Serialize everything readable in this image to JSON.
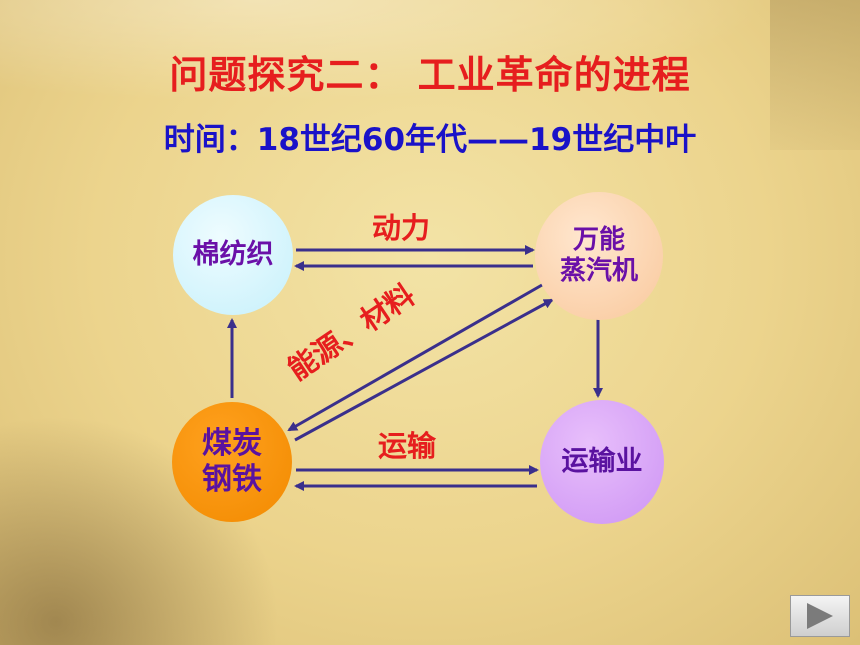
{
  "title": "问题探究二：  工业革命的进程",
  "subtitle": "时间：18世纪60年代——19世纪中叶",
  "nodes": {
    "cotton": "棉纺织",
    "steam_line1": "万能",
    "steam_line2": "蒸汽机",
    "coal_line1": "煤炭",
    "coal_line2": "钢铁",
    "transport": "运输业"
  },
  "edge_labels": {
    "power": "动力",
    "energy": "能源、材料",
    "transport": "运输"
  },
  "colors": {
    "title": "#e61e1e",
    "subtitle": "#1a12c8",
    "arrow": "#3a2f8c",
    "edge_label": "#e61e1e"
  },
  "icons": {
    "next": "play-triangle-icon"
  }
}
